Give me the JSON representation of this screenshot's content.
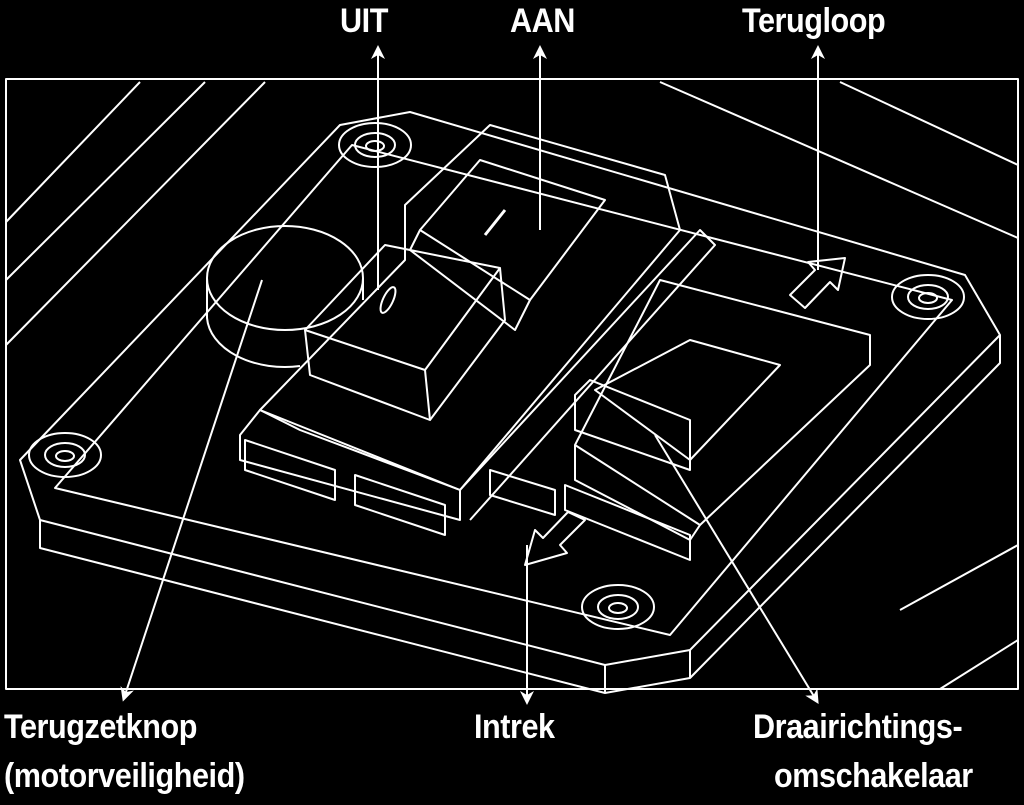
{
  "labels": {
    "off": "UIT",
    "on": "AAN",
    "reverse": "Terugloop",
    "reset_line1": "Terugzetknop",
    "reset_line2": "(motorveiligheid)",
    "retract": "Intrek",
    "selector_line1": "Draairichtings-",
    "selector_line2": "omschakelaar"
  },
  "colors": {
    "background": "#000000",
    "line": "#ffffff"
  }
}
